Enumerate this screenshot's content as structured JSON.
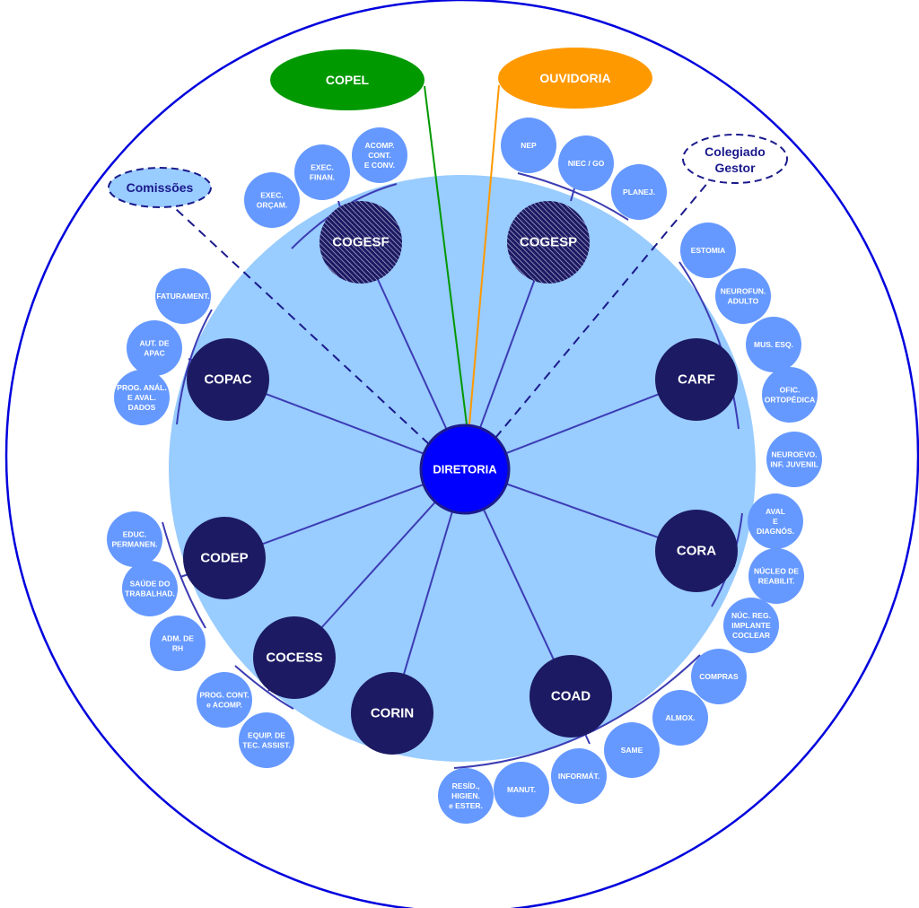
{
  "title": "Organograma Diretoria",
  "colors": {
    "outer_ring": "#0000dd",
    "inner_disc": "#99ccff",
    "main_node": "#1c1a63",
    "sub_node": "#6699ff",
    "diretoria": "#0000ff",
    "connector": "#3c3cb4",
    "copel": "#009900",
    "ouvidoria": "#ff9900",
    "dashed": "#1a1a8c"
  },
  "center": {
    "label": "DIRETORIA"
  },
  "top_nodes": [
    {
      "id": "copel",
      "label": "COPEL"
    },
    {
      "id": "ouvidoria",
      "label": "OUVIDORIA"
    }
  ],
  "dashed_nodes": [
    {
      "id": "comissoes",
      "lines": [
        "Comissões"
      ]
    },
    {
      "id": "colegiado",
      "lines": [
        "Colegiado",
        "Gestor"
      ]
    }
  ],
  "main_nodes": [
    {
      "id": "cogesf",
      "label": "COGESF",
      "hatched": true,
      "subs": [
        [
          "EXEC.",
          "ORÇAM."
        ],
        [
          "EXEC.",
          "FINAN."
        ],
        [
          "ACOMP.",
          "CONT.",
          "E CONV."
        ]
      ]
    },
    {
      "id": "cogesp",
      "label": "COGESP",
      "hatched": true,
      "subs": [
        [
          "NEP"
        ],
        [
          "NIEC / GO"
        ],
        [
          "PLANEJ."
        ]
      ]
    },
    {
      "id": "carf",
      "label": "CARF",
      "hatched": false,
      "subs": [
        [
          "ESTOMIA"
        ],
        [
          "NEUROFUN.",
          "ADULTO"
        ],
        [
          "MUS. ESQ."
        ],
        [
          "OFIC.",
          "ORTOPÉDICA"
        ],
        [
          "NEUROEVO.",
          "INF. JUVENIL"
        ]
      ]
    },
    {
      "id": "cora",
      "label": "CORA",
      "hatched": false,
      "subs": [
        [
          "AVAL",
          "E",
          "DIAGNÓS."
        ],
        [
          "NÚCLEO DE",
          "REABILIT."
        ],
        [
          "NÚC. REG.",
          "IMPLANTE",
          "COCLEAR"
        ]
      ]
    },
    {
      "id": "coad",
      "label": "COAD",
      "hatched": false,
      "subs": [
        [
          "COMPRAS"
        ],
        [
          "ALMOX."
        ],
        [
          "SAME"
        ],
        [
          "INFORMÁT."
        ],
        [
          "MANUT."
        ],
        [
          "RESÍD.,",
          "HIGIEN.",
          "e ESTER."
        ]
      ]
    },
    {
      "id": "corin",
      "label": "CORIN",
      "hatched": false,
      "subs": []
    },
    {
      "id": "cocess",
      "label": "COCESS",
      "hatched": false,
      "subs": [
        [
          "PROG. CONT.",
          "e ACOMP."
        ],
        [
          "EQUIP.  DE",
          "TEC. ASSIST."
        ]
      ]
    },
    {
      "id": "codep",
      "label": "CODEP",
      "hatched": false,
      "subs": [
        [
          "EDUC.",
          "PERMANEN."
        ],
        [
          "SAÚDE DO",
          "TRABALHAD."
        ],
        [
          "ADM. DE",
          "RH"
        ]
      ]
    },
    {
      "id": "copac",
      "label": "COPAC",
      "hatched": false,
      "subs": [
        [
          "FATURAMENT."
        ],
        [
          "AUT. DE",
          "APAC"
        ],
        [
          "PROG. ANÁL.",
          "E AVAL.",
          "DADOS"
        ]
      ]
    }
  ]
}
